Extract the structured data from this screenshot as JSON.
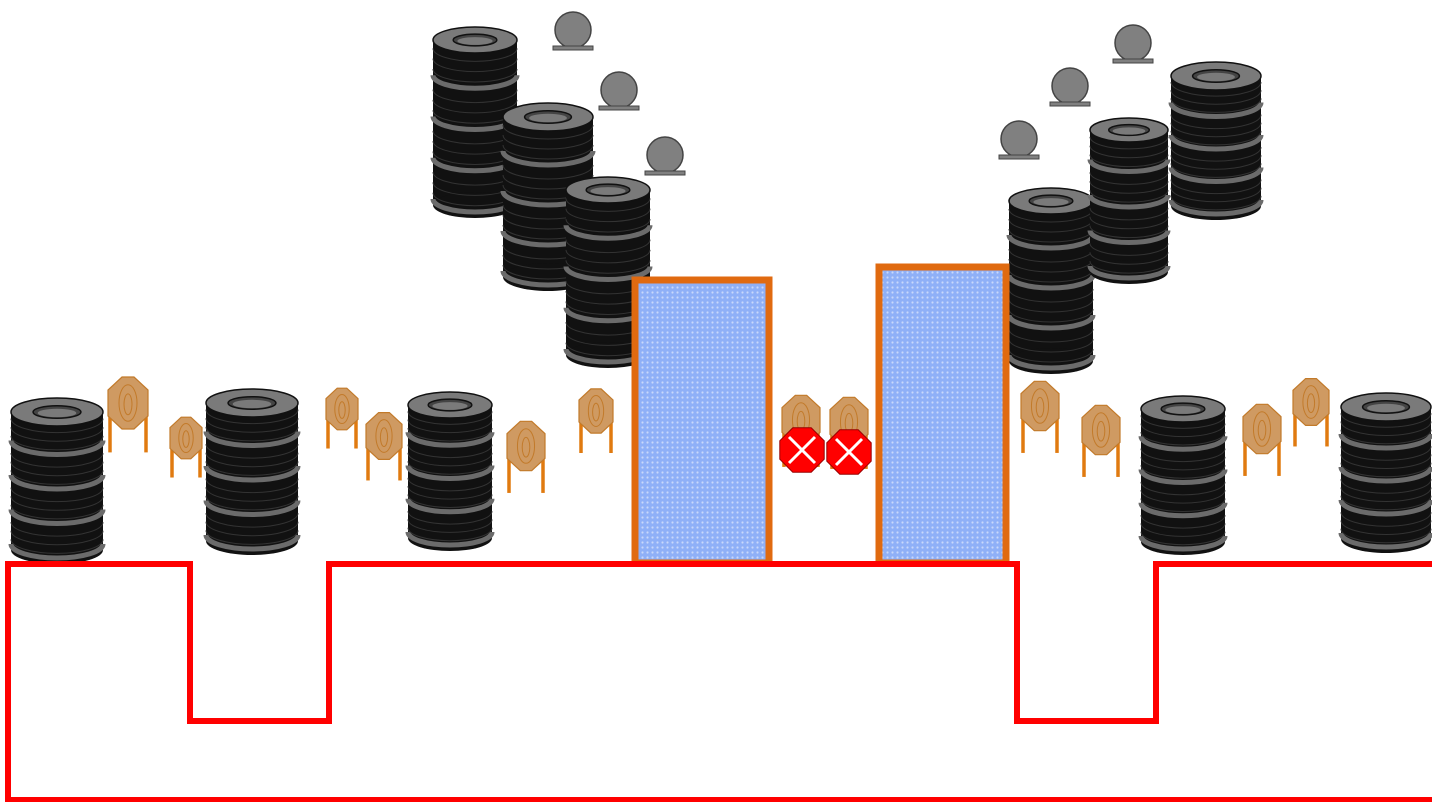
{
  "stage": {
    "description_free": true
  },
  "colors": {
    "tire_dark": "#111111",
    "tire_band": "#6b6b6b",
    "tire_top": "#7a7a7a",
    "target_fill": "#cf9a62",
    "target_stroke": "#c27a2a",
    "target_leg": "#e07a10",
    "steel_fill": "#808080",
    "wall_fill": "#8aaaf5",
    "wall_border": "#e06a10",
    "noshoot_fill": "#ff0000",
    "fault_line": "#ff0000"
  },
  "legend": {
    "tire_stack": "tire-stack",
    "paper_target": "paper-target",
    "steel_popper": "steel-plate",
    "no_shoot": "no-shoot-target",
    "wall": "vision-barrier",
    "fault_line": "fault-line"
  }
}
